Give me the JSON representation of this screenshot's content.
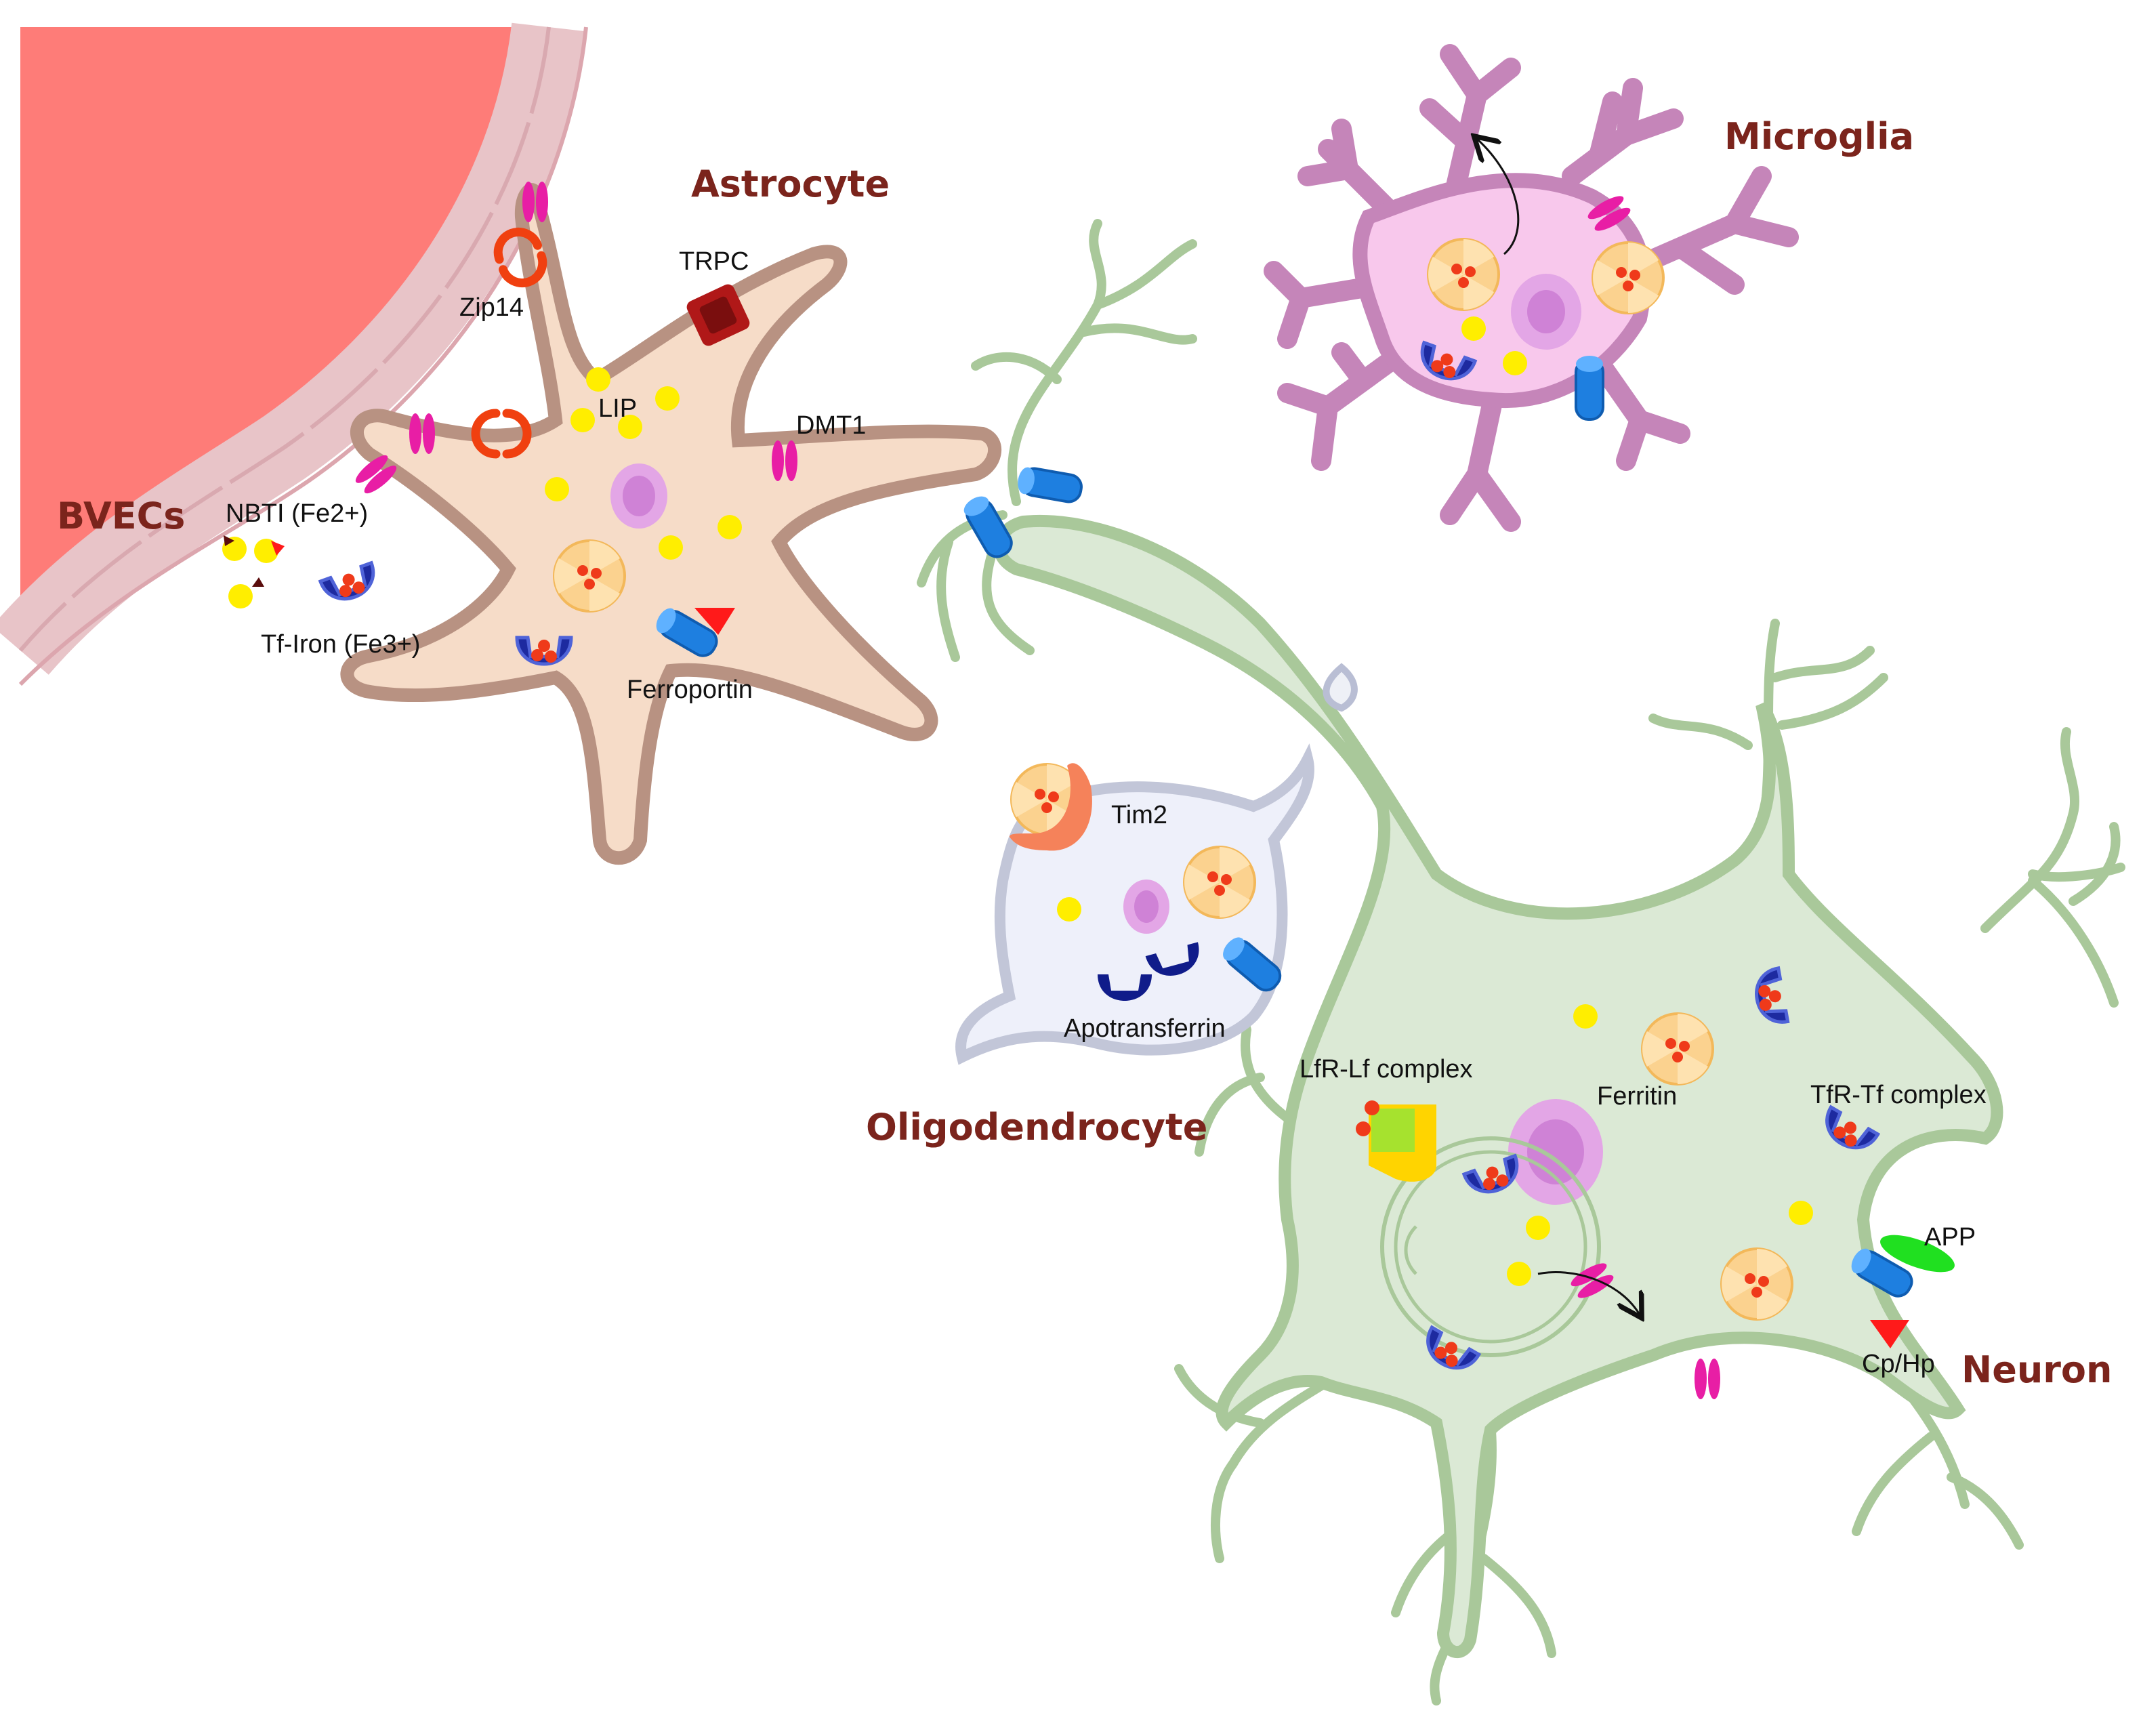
{
  "cells": {
    "bvecs": "BVECs",
    "astrocyte": "Astrocyte",
    "microglia": "Microglia",
    "oligodendrocyte": "Oligodendrocyte",
    "neuron": "Neuron"
  },
  "labels": {
    "zip14": "Zip14",
    "trpc": "TRPC",
    "lip": "LIP",
    "dmt1": "DMT1",
    "nbti": "NBTI (Fe2+)",
    "tf_iron": "Tf-Iron (Fe3+)",
    "ferroportin": "Ferroportin",
    "tim2": "Tim2",
    "apotransferrin": "Apotransferrin",
    "lfr_lf": "LfR-Lf complex",
    "ferritin": "Ferritin",
    "tfr_tf": "TfR-Tf complex",
    "app": "APP",
    "cp_hp": "Cp/Hp"
  },
  "colors": {
    "vessel": "#fe7c78",
    "endothelium": "#e8c4c8",
    "astrocyte_fill": "#f6dcc8",
    "astrocyte_edge": "#b89282",
    "microglia_fill": "#f8c8ec",
    "microglia_edge": "#c585b9",
    "oligo_fill": "#eef0fa",
    "oligo_edge": "#c2c6d8",
    "neuron_fill": "#dbe9d5",
    "neuron_edge": "#a9c89a",
    "iron_yellow": "#ffee00",
    "ferritin_fill": "#fbd28f",
    "tf_blue": "#1d2aa0",
    "ferroportin_blue": "#1e7fe0",
    "dmt1_magenta": "#e81ea5",
    "zip14_red": "#f04010",
    "trpc_red": "#b01818",
    "app_green": "#20e020",
    "cp_red": "#ff1a1a",
    "title_color": "#7b241c"
  }
}
